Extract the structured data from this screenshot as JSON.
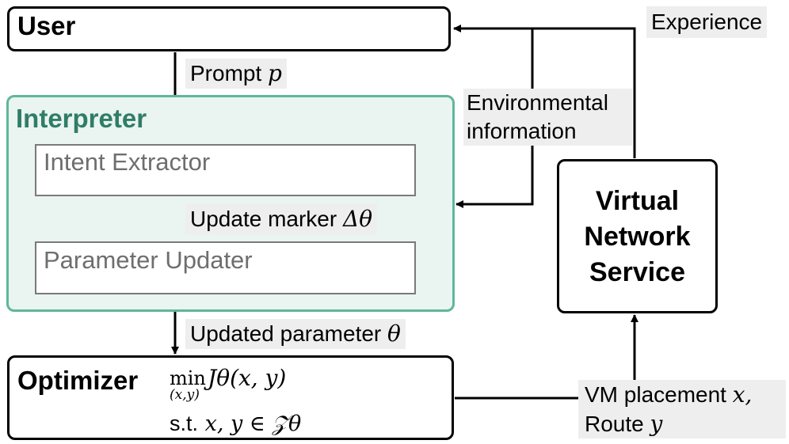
{
  "user": {
    "title": "User"
  },
  "interpreter": {
    "title": "Interpreter",
    "intent_extractor": "Intent Extractor",
    "parameter_updater": "Parameter Updater"
  },
  "optimizer": {
    "title": "Optimizer",
    "objective_op": "min",
    "objective_sub": "(x,y)",
    "objective_expr": "Jθ(x, y)",
    "constraint_prefix": "s.t.",
    "constraint_expr": "x, y ∈ 𝒵θ"
  },
  "vns": {
    "line1": "Virtual",
    "line2": "Network",
    "line3": "Service"
  },
  "labels": {
    "prompt_text": "Prompt",
    "prompt_sym": "p",
    "update_marker_text": "Update marker",
    "update_marker_sym": "Δθ",
    "updated_param_text": "Updated parameter",
    "updated_param_sym": "θ",
    "env_line1": "Environmental",
    "env_line2": "information",
    "experience": "Experience",
    "vm_text": "VM placement",
    "vm_sym": "x,",
    "route_text": "Route",
    "route_sym": "y"
  }
}
